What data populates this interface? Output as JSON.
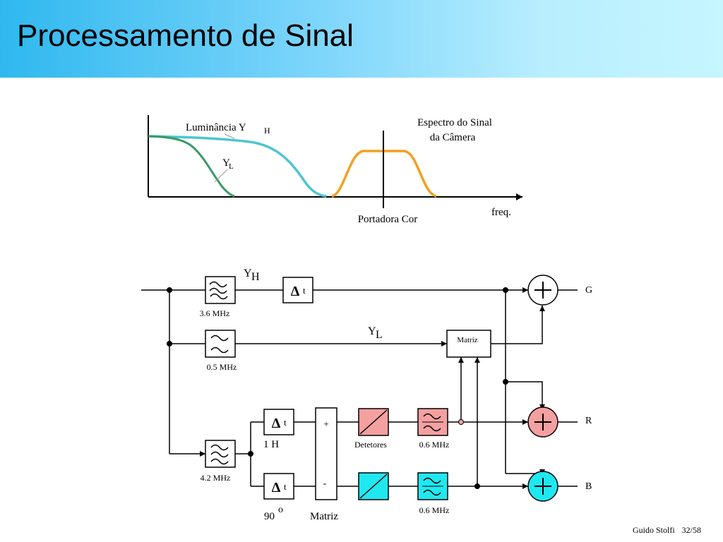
{
  "slide": {
    "title": "Processamento de Sinal"
  },
  "spectrum": {
    "luminance_label": "Luminância Y",
    "luminance_sub": "H",
    "yl_label": "Y",
    "yl_sub": "L",
    "camera_label_1": "Espectro do Sinal",
    "camera_label_2": "da Câmera",
    "carrier_label": "Portadora Cor",
    "freq_label": "freq.",
    "colors": {
      "luminance_high": "#4cc6cf",
      "luminance_low": "#3a9a66",
      "chroma": "#f4a020"
    }
  },
  "block_diagram": {
    "yh_label": "Y",
    "yh_sub": "H",
    "yl_label": "Y",
    "yl_sub": "L",
    "delay_symbol": "Δ",
    "delay_t": "t",
    "filter_3_6": "3.6 MHz",
    "filter_0_5": "0.5 MHz",
    "filter_4_2": "4.2 MHz",
    "filter_0_6_top": "0.6 MHz",
    "filter_0_6_bottom": "0.6 MHz",
    "one_h": "1 H",
    "ninety": "90",
    "degree": "o",
    "matrix_label": "Matriz",
    "matrix_box_label": "Matriz",
    "plus_sign": "+",
    "minus_sign": "-",
    "detectors": "Detetores",
    "out_g": "G",
    "out_r": "R",
    "out_b": "B",
    "colors": {
      "detector_top": "#f4a0a0",
      "detector_bottom": "#20e8f0",
      "filter_top": "#f4a0a0",
      "filter_bottom": "#20e8f0",
      "adder_r": "#f4a0a0",
      "adder_b": "#20e8f0"
    }
  },
  "footer": {
    "author": "Guido Stolfi",
    "page": "32/58"
  }
}
